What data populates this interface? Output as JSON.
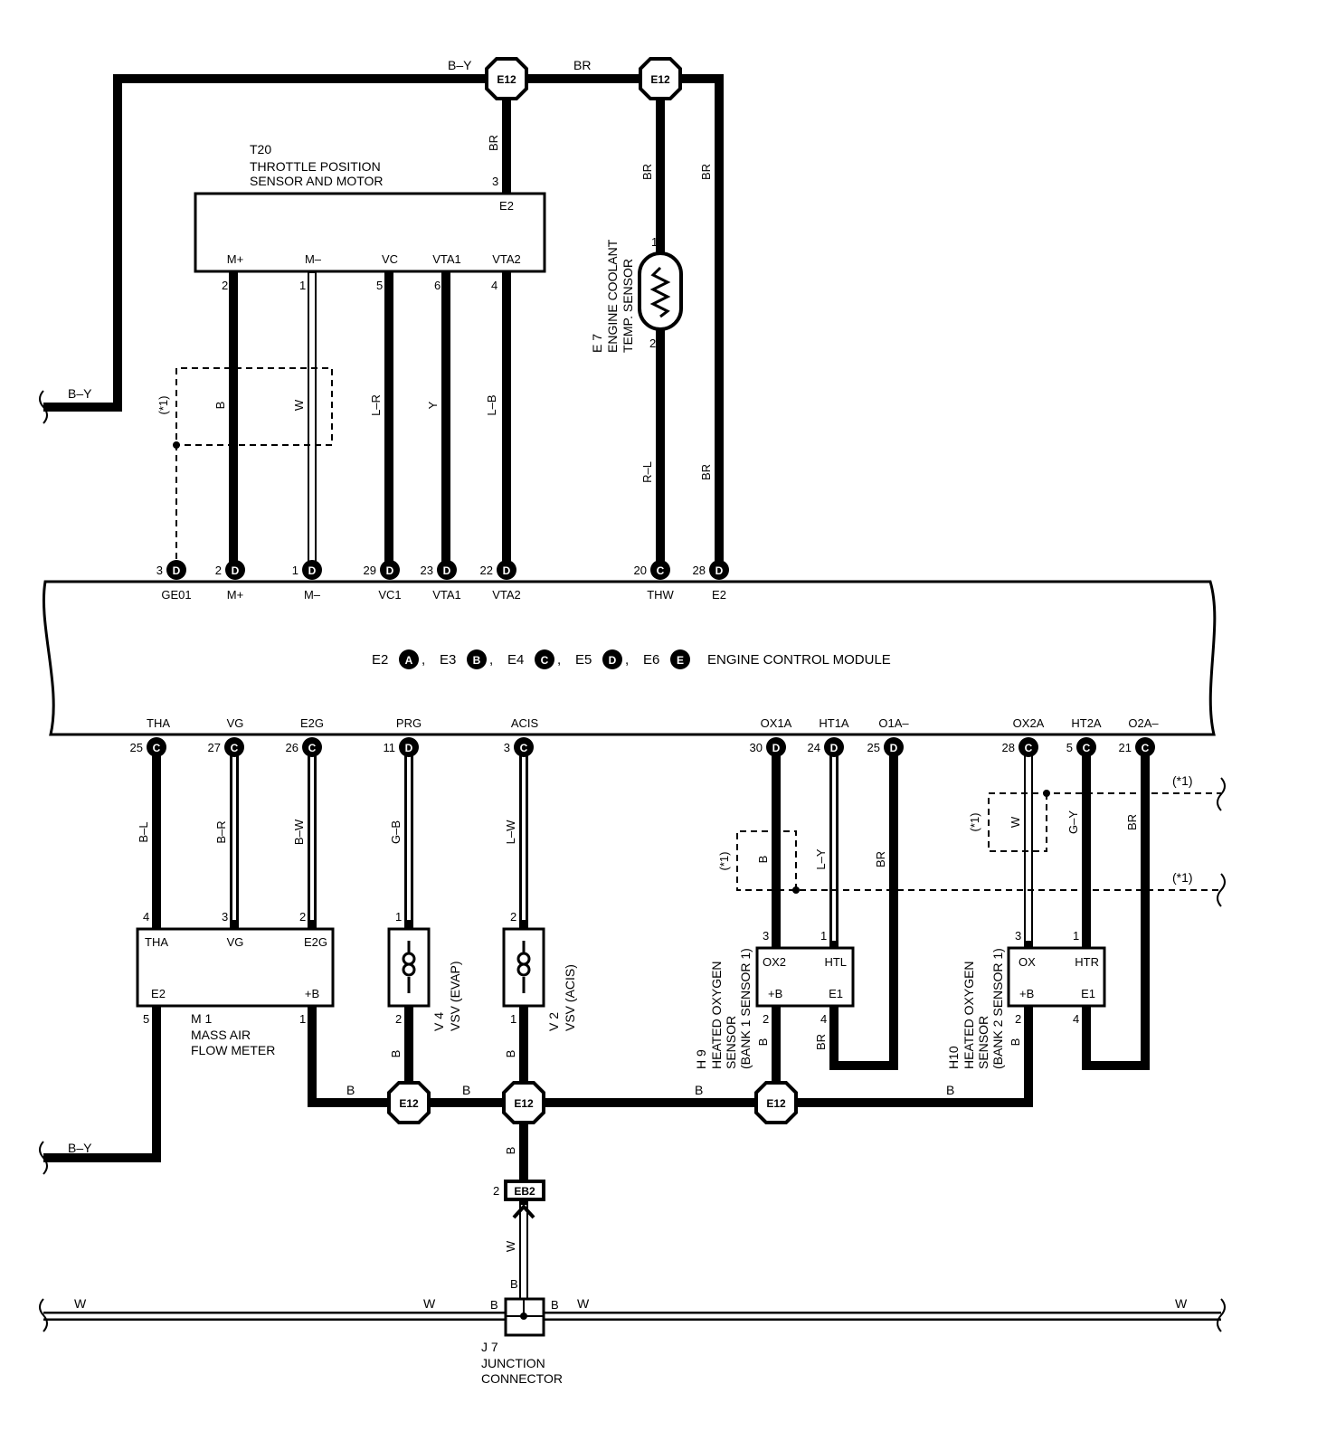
{
  "colors": {
    "wire": "#000000",
    "background": "#ffffff",
    "dashed": "#000000"
  },
  "junction_label": "E12",
  "ecm": {
    "title": "ENGINE CONTROL MODULE",
    "connectors": [
      "E2",
      "E3",
      "E4",
      "E5",
      "E6"
    ],
    "connector_letters": [
      "A",
      "B",
      "C",
      "D",
      "E"
    ]
  },
  "upper_terminals": [
    {
      "pin": "3",
      "conn": "D",
      "name": "GE01"
    },
    {
      "pin": "2",
      "conn": "D",
      "name": "M+"
    },
    {
      "pin": "1",
      "conn": "D",
      "name": "M–"
    },
    {
      "pin": "29",
      "conn": "D",
      "name": "VC1"
    },
    {
      "pin": "23",
      "conn": "D",
      "name": "VTA1"
    },
    {
      "pin": "22",
      "conn": "D",
      "name": "VTA2"
    },
    {
      "pin": "20",
      "conn": "C",
      "name": "THW"
    },
    {
      "pin": "28",
      "conn": "D",
      "name": "E2"
    }
  ],
  "lower_terminals": [
    {
      "pin": "25",
      "conn": "C",
      "name": "THA"
    },
    {
      "pin": "27",
      "conn": "C",
      "name": "VG"
    },
    {
      "pin": "26",
      "conn": "C",
      "name": "E2G"
    },
    {
      "pin": "11",
      "conn": "D",
      "name": "PRG"
    },
    {
      "pin": "3",
      "conn": "C",
      "name": "ACIS"
    },
    {
      "pin": "30",
      "conn": "D",
      "name": "OX1A"
    },
    {
      "pin": "24",
      "conn": "D",
      "name": "HT1A"
    },
    {
      "pin": "25",
      "conn": "D",
      "name": "O1A–"
    },
    {
      "pin": "28",
      "conn": "C",
      "name": "OX2A"
    },
    {
      "pin": "5",
      "conn": "C",
      "name": "HT2A"
    },
    {
      "pin": "21",
      "conn": "C",
      "name": "O2A–"
    }
  ],
  "throttle": {
    "id": "T20",
    "name_line1": "THROTTLE POSITION",
    "name_line2": "SENSOR AND MOTOR",
    "e2_pin": "3",
    "e2_label": "E2",
    "terminals": [
      "M+",
      "M–",
      "VC",
      "VTA1",
      "VTA2"
    ],
    "pins": [
      "2",
      "1",
      "5",
      "6",
      "4"
    ],
    "wires": [
      "B",
      "W",
      "L–R",
      "Y",
      "L–B"
    ]
  },
  "coolant": {
    "id": "E 7",
    "name_line1": "ENGINE COOLANT",
    "name_line2": "TEMP. SENSOR",
    "pin_top": "1",
    "pin_bottom": "2",
    "wire_top": "BR",
    "wire_bottom": "R–L"
  },
  "top_wires": {
    "left": "B–Y",
    "right": "BR",
    "drop_e12": "BR",
    "e2_upper": "BR",
    "e2_lower": "BR",
    "coolant_upper": "BR"
  },
  "shield_note": "(*1)",
  "left_wire_top": "B–Y",
  "left_wire_bottom": "B–Y",
  "maf": {
    "id": "M 1",
    "name_line1": "MASS AIR",
    "name_line2": "FLOW METER",
    "top_terms": [
      "THA",
      "VG",
      "E2G"
    ],
    "top_pins": [
      "4",
      "3",
      "2"
    ],
    "bottom_terms": [
      "E2",
      "+B"
    ],
    "bottom_pins": [
      "5",
      "1"
    ],
    "wires": [
      "B–L",
      "B–R",
      "B–W"
    ]
  },
  "vsv_evap": {
    "id": "V 4",
    "name": "VSV (EVAP)",
    "pin_top": "1",
    "pin_bottom": "2",
    "wire_top": "G–B",
    "wire_bottom": "B"
  },
  "vsv_acis": {
    "id": "V 2",
    "name": "VSV (ACIS)",
    "pin_top": "2",
    "pin_bottom": "1",
    "wire_top": "L–W",
    "wire_bottom": "B"
  },
  "h9": {
    "id": "H 9",
    "name_line1": "HEATED OXYGEN",
    "name_line2": "SENSOR",
    "name_line3": "(BANK 1 SENSOR 1)",
    "top_terms": [
      "OX2",
      "HTL"
    ],
    "top_pins": [
      "3",
      "1"
    ],
    "bottom_terms": [
      "+B",
      "E1"
    ],
    "bottom_pins": [
      "2",
      "4"
    ],
    "wires": [
      "B",
      "L–Y",
      "BR"
    ],
    "wire_b_lower": "B",
    "wire_br_lower": "BR"
  },
  "h10": {
    "id": "H10",
    "name_line1": "HEATED OXYGEN",
    "name_line2": "SENSOR",
    "name_line3": "(BANK 2 SENSOR 1)",
    "top_terms": [
      "OX",
      "HTR"
    ],
    "top_pins": [
      "3",
      "1"
    ],
    "bottom_terms": [
      "+B",
      "E1"
    ],
    "bottom_pins": [
      "2",
      "4"
    ],
    "wires": [
      "W",
      "G–Y",
      "BR"
    ],
    "wire_b_lower": "B"
  },
  "bus_wires": [
    "B",
    "B",
    "B",
    "B"
  ],
  "eb2": {
    "label": "EB2",
    "pin": "2",
    "wire_above": "B",
    "wire_below": "W"
  },
  "j7": {
    "id": "J 7",
    "name_line1": "JUNCTION",
    "name_line2": "CONNECTOR",
    "left_b": "B",
    "right_b": "B",
    "top_b": "B",
    "wires": [
      "W",
      "W",
      "W",
      "W"
    ]
  }
}
